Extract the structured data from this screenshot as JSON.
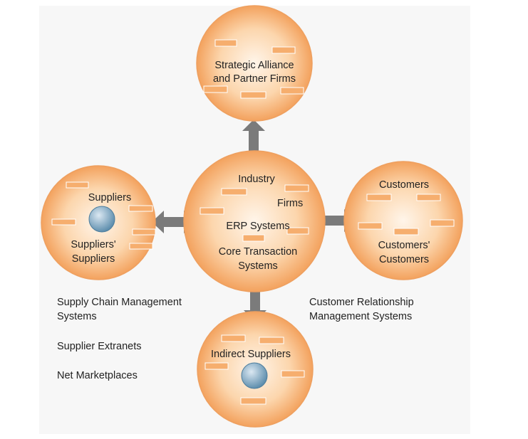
{
  "colors": {
    "background": "#f7f7f7",
    "circle_center": "#fff5ea",
    "circle_mid": "#fcd6ad",
    "circle_edge": "#f3a25e",
    "circle_stroke": "#eea060",
    "box_fill": "#f6ae6e",
    "box_stroke": "#ffffff",
    "arrow": "#7b7b7b",
    "sphere_light": "#dbe8f2",
    "sphere_dark": "#5f8fae"
  },
  "nodes": {
    "top": {
      "line1": "Strategic Alliance",
      "line2": "and Partner Firms"
    },
    "center": {
      "industry": "Industry",
      "firms": "Firms",
      "erp": "ERP Systems",
      "core1": "Core Transaction",
      "core2": "Systems"
    },
    "left": {
      "suppliers": "Suppliers",
      "ss1": "Suppliers'",
      "ss2": "Suppliers"
    },
    "right": {
      "customers": "Customers",
      "cc1": "Customers'",
      "cc2": "Customers"
    },
    "bottom": {
      "label": "Indirect Suppliers"
    }
  },
  "notes": {
    "left": {
      "scm1": "Supply Chain Management",
      "scm2": "Systems",
      "extranets": "Supplier Extranets",
      "marketplaces": "Net Marketplaces"
    },
    "right": {
      "crm1": "Customer Relationship",
      "crm2": "Management Systems"
    }
  }
}
